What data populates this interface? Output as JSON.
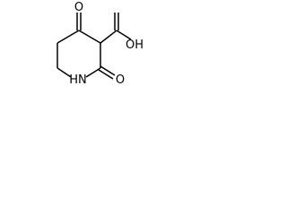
{
  "molecule": {
    "atoms": {
      "ring_carbonyl_top": "O",
      "acid_oh": "OH",
      "ring_nh": "HN",
      "ring_carbonyl_bottom": "O"
    }
  }
}
